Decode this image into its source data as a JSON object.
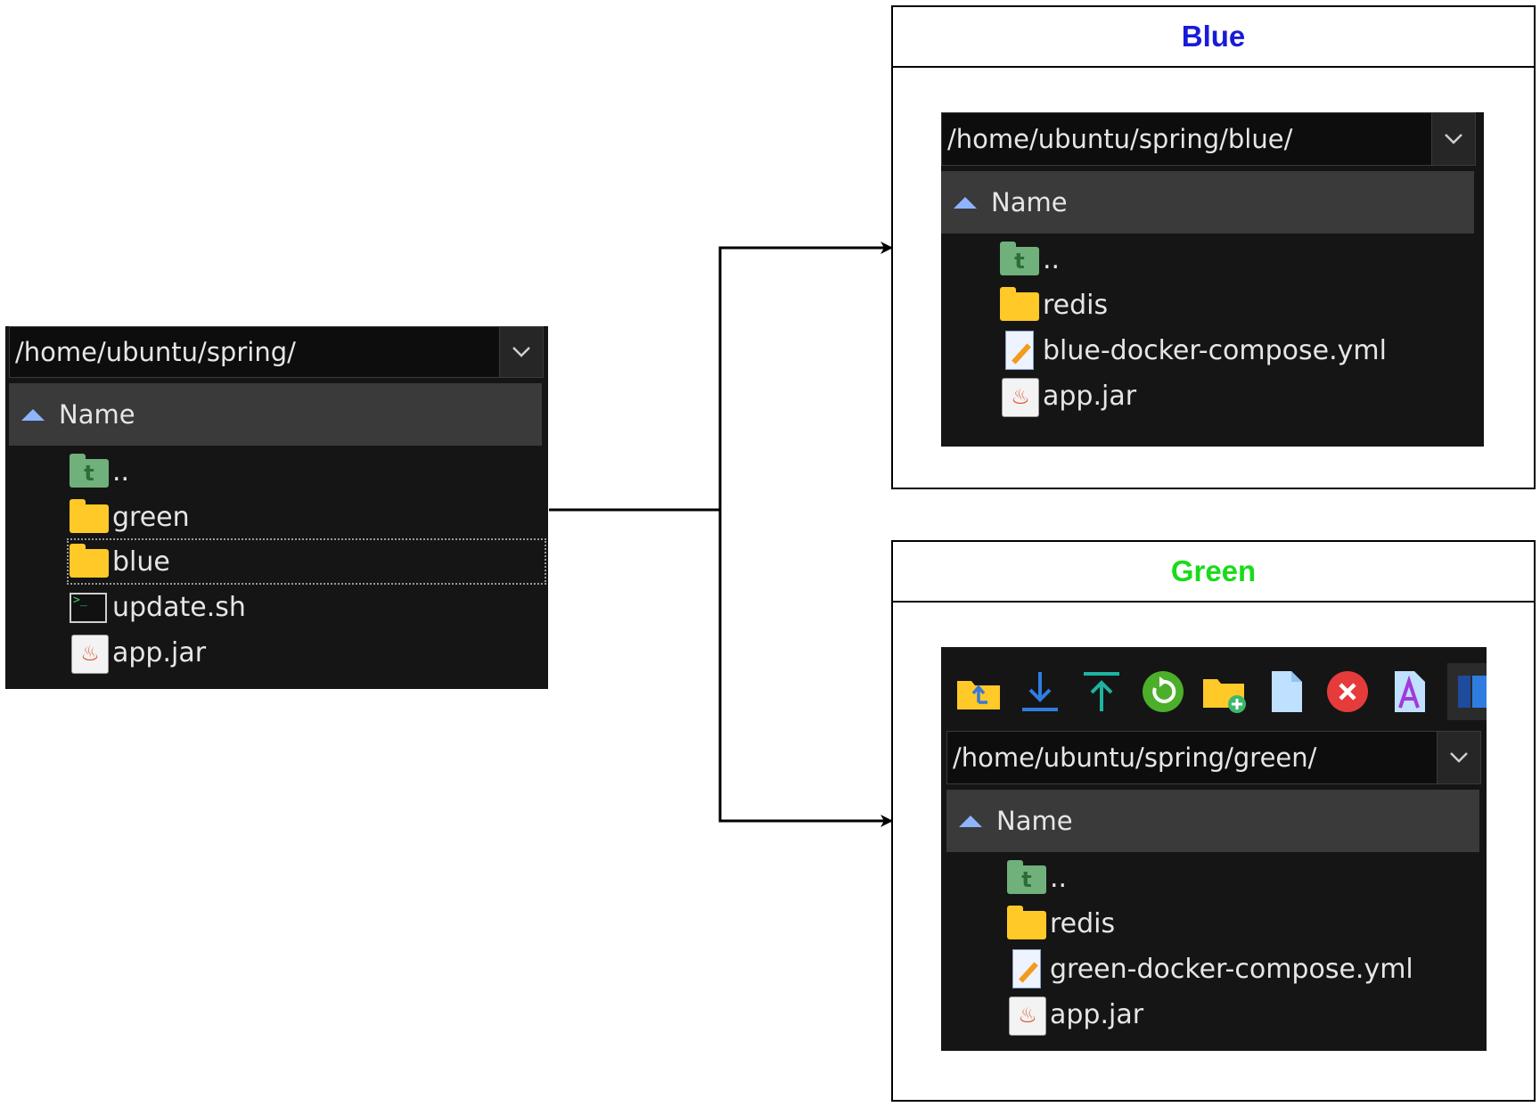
{
  "source_panel": {
    "path": "/home/ubuntu/spring/",
    "column_header": "Name",
    "items": [
      {
        "label": "..",
        "icon": "parent-folder-icon"
      },
      {
        "label": "green",
        "icon": "folder-icon"
      },
      {
        "label": "blue",
        "icon": "folder-icon"
      },
      {
        "label": "update.sh",
        "icon": "terminal-icon"
      },
      {
        "label": "app.jar",
        "icon": "java-jar-icon"
      }
    ]
  },
  "blue_box": {
    "title": "Blue",
    "title_color": "#1a1ad9",
    "path": "/home/ubuntu/spring/blue/",
    "column_header": "Name",
    "items": [
      {
        "label": "..",
        "icon": "parent-folder-icon"
      },
      {
        "label": "redis",
        "icon": "folder-icon"
      },
      {
        "label": "blue-docker-compose.yml",
        "icon": "yaml-file-icon"
      },
      {
        "label": "app.jar",
        "icon": "java-jar-icon"
      }
    ]
  },
  "green_box": {
    "title": "Green",
    "title_color": "#1adb1a",
    "path": "/home/ubuntu/spring/green/",
    "column_header": "Name",
    "toolbar_icons": [
      "parent-directory-icon",
      "download-icon",
      "upload-icon",
      "refresh-icon",
      "new-folder-icon",
      "new-file-icon",
      "delete-icon",
      "rename-icon",
      "view-icon"
    ],
    "items": [
      {
        "label": "..",
        "icon": "parent-folder-icon"
      },
      {
        "label": "redis",
        "icon": "folder-icon"
      },
      {
        "label": "green-docker-compose.yml",
        "icon": "yaml-file-icon"
      },
      {
        "label": "app.jar",
        "icon": "java-jar-icon"
      }
    ]
  },
  "colors": {
    "panel_bg": "#151515",
    "header_bg": "#3a3a3a",
    "folder": "#ffc928",
    "connector": "#000000"
  }
}
